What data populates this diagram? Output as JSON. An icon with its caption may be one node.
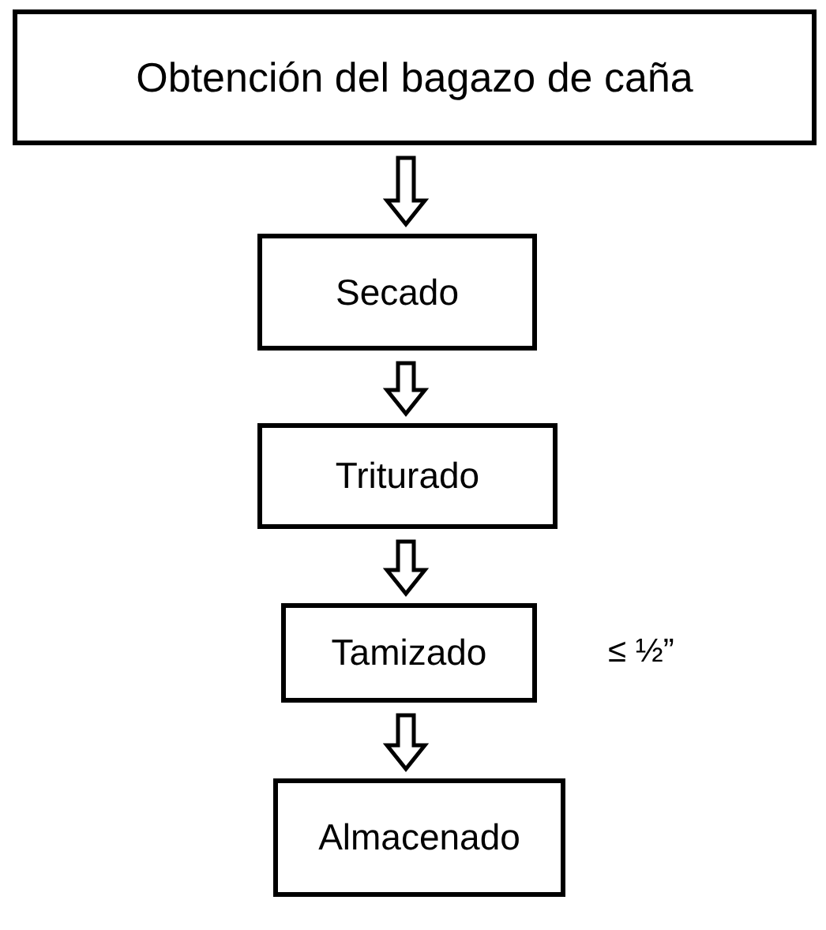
{
  "diagram": {
    "nodes": [
      {
        "text": [
          "Obtención del bagazo de caña"
        ]
      },
      {
        "text": [
          "Secado"
        ]
      },
      {
        "text": [
          "Triturado"
        ]
      },
      {
        "text": [
          "Tamizado"
        ],
        "beside": [
          "≤ ½”"
        ]
      },
      {
        "text": [
          "Almacenado"
        ]
      }
    ],
    "edges": [
      {
        "from": 0,
        "to": 1,
        "arrow": "to"
      },
      {
        "from": 1,
        "to": 2,
        "arrow": "to"
      },
      {
        "from": 2,
        "to": 3,
        "arrow": "to"
      },
      {
        "from": 3,
        "to": 4,
        "arrow": "to"
      }
    ]
  }
}
